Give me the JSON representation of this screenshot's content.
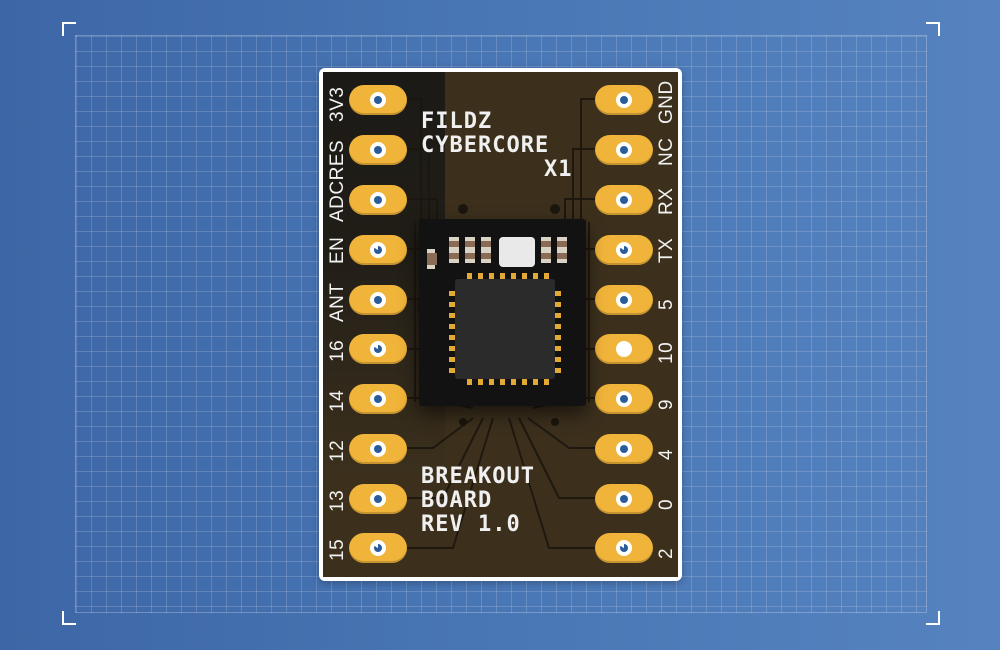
{
  "board": {
    "title_lines": [
      "FILDZ",
      "CYBERCORE",
      "X1"
    ],
    "subtitle_lines": [
      "BREAKOUT",
      "BOARD",
      "REV 1.0"
    ],
    "left_pins": [
      "3V3",
      "ADCRES",
      "EN",
      "ANT",
      "16",
      "14",
      "12",
      "13",
      "15"
    ],
    "left_pins_top": [
      "3V3",
      "ADCRES",
      "EN",
      "ANT",
      "16",
      "14",
      "12",
      "13",
      "15"
    ],
    "right_pins": [
      "GND",
      "NC",
      "RX",
      "TX",
      "5",
      "10",
      "9",
      "4",
      "0",
      "2"
    ]
  },
  "labels": {
    "l0": "3V3",
    "l1": "ADC",
    "l1b": "RES",
    "l2": "EN",
    "l3": "ANT",
    "l4": "16",
    "l5": "14",
    "l6": "12",
    "l7": "13",
    "l8": "15",
    "r0": "GND",
    "r1": "NC",
    "r2": "RX",
    "r3": "TX",
    "r4": "5",
    "r5": "10",
    "r6": "9",
    "r7": "4",
    "r8": "0",
    "r9": "2",
    "title1": "FILDZ",
    "title2": "CYBERCORE",
    "title3": "X1",
    "sub1": "BREAKOUT",
    "sub2": "BOARD",
    "sub3": "REV 1.0"
  },
  "colors": {
    "background": "#4a78b6",
    "pcb": "#3c301d",
    "pad": "#f1b43a",
    "silkscreen": "#f0f0f0"
  }
}
